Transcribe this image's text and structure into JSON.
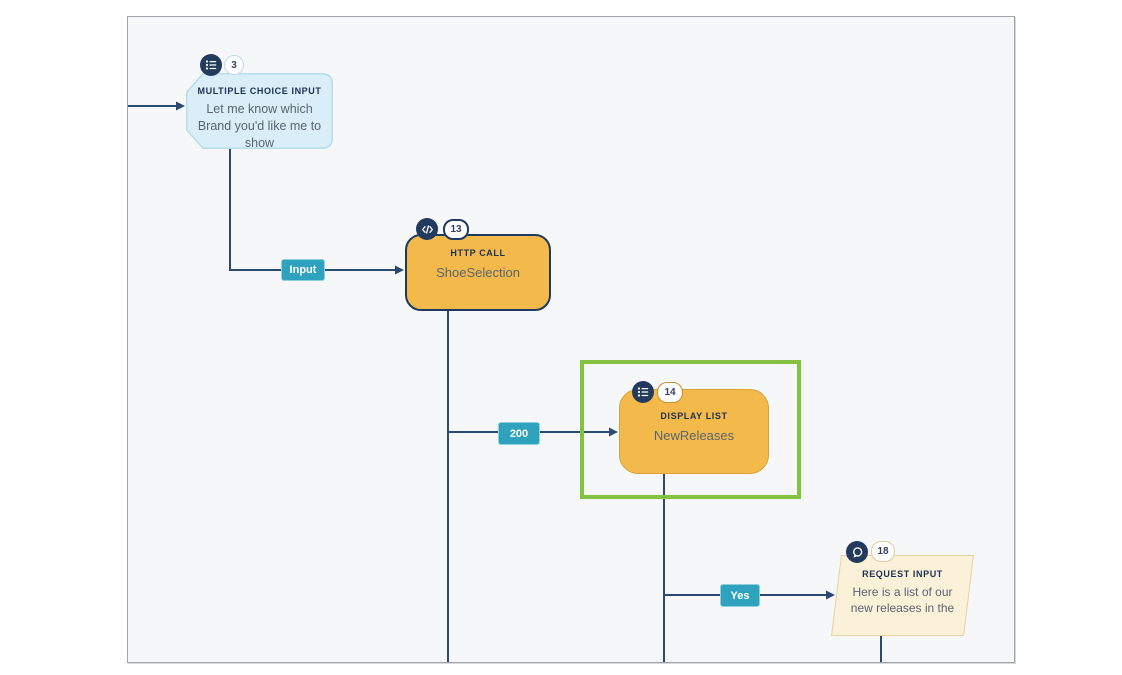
{
  "canvas": {
    "background": "#f6f7f9",
    "border_color": "#9da3a8"
  },
  "nodes": [
    {
      "badge": "3",
      "type_label": "MULTIPLE CHOICE INPUT",
      "body": "Let me know which Brand you'd like me to show",
      "icon": "list-icon",
      "fill": "#d9eef8",
      "selected": false
    },
    {
      "badge": "13",
      "type_label": "HTTP CALL",
      "body": "ShoeSelection",
      "icon": "code-icon",
      "fill": "#f3b94a",
      "selected": false
    },
    {
      "badge": "14",
      "type_label": "DISPLAY LIST",
      "body": "NewReleases",
      "icon": "list-icon",
      "fill": "#f3b94a",
      "selected": true
    },
    {
      "badge": "18",
      "type_label": "REQUEST INPUT",
      "body": "Here is a list of our new releases in the",
      "icon": "chat-icon",
      "fill": "#fbf1d9",
      "selected": false
    }
  ],
  "edges": [
    {
      "from": "3",
      "to": "13",
      "label": "Input"
    },
    {
      "from": "13",
      "to": "14",
      "label": "200"
    },
    {
      "from": "14",
      "to": "18",
      "label": "Yes"
    }
  ],
  "colors": {
    "edge_line": "#2b4a70",
    "label_bg": "#2fa2be",
    "selection_green": "#84c341",
    "icon_circle": "#223a5e",
    "http_border": "#1e3a5f",
    "amber_fill": "#f3b94a"
  }
}
